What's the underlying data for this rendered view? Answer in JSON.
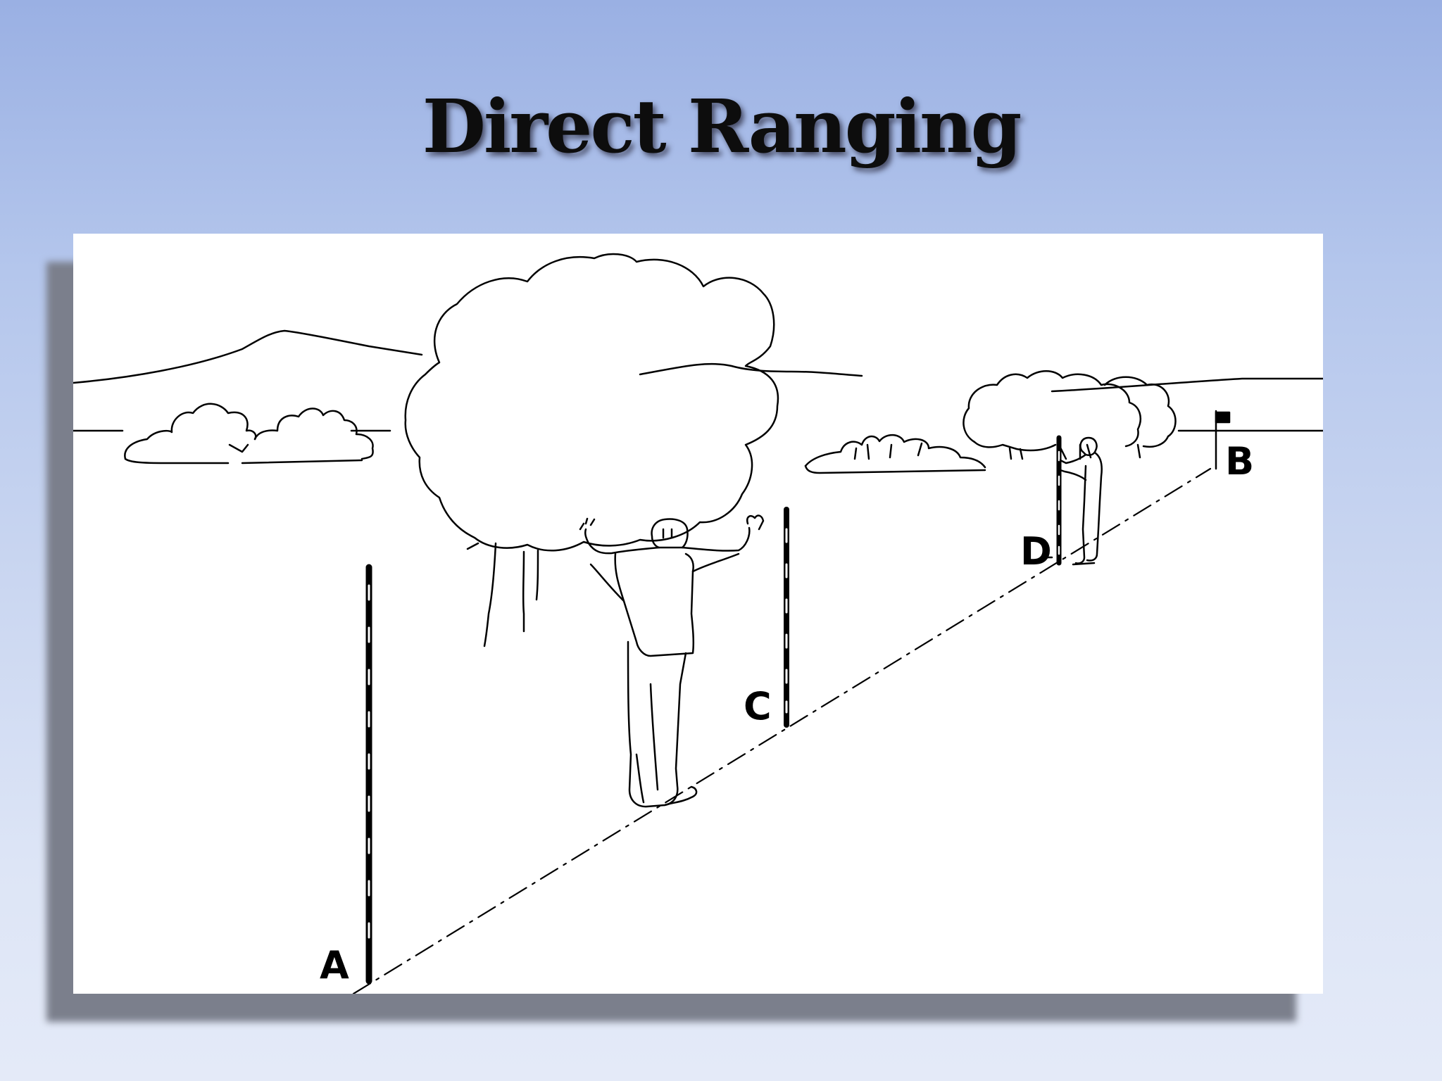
{
  "slide": {
    "title": "Direct Ranging"
  },
  "diagram": {
    "points": {
      "a": "A",
      "b": "B",
      "c": "C",
      "d": "D"
    }
  },
  "colors": {
    "background_top": "#9ab0e3",
    "background_bottom": "#e4eaf8",
    "drawing_ink": "#000000",
    "panel": "#ffffff"
  }
}
